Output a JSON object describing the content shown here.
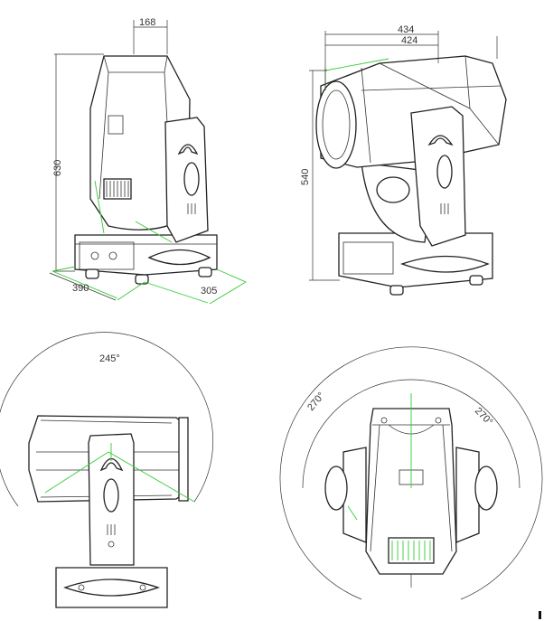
{
  "views": {
    "front_angle": {
      "top_width": "168",
      "height": "630",
      "depth": "390",
      "width": "305"
    },
    "side_angle": {
      "length_outer": "434",
      "length_inner": "424",
      "height": "540"
    },
    "tilt_view": {
      "tilt_angle": "245°"
    },
    "pan_view": {
      "pan_left": "270°",
      "pan_right": "270°"
    }
  },
  "colors": {
    "outline": "#222222",
    "dimension_guides": "#33cc33"
  }
}
